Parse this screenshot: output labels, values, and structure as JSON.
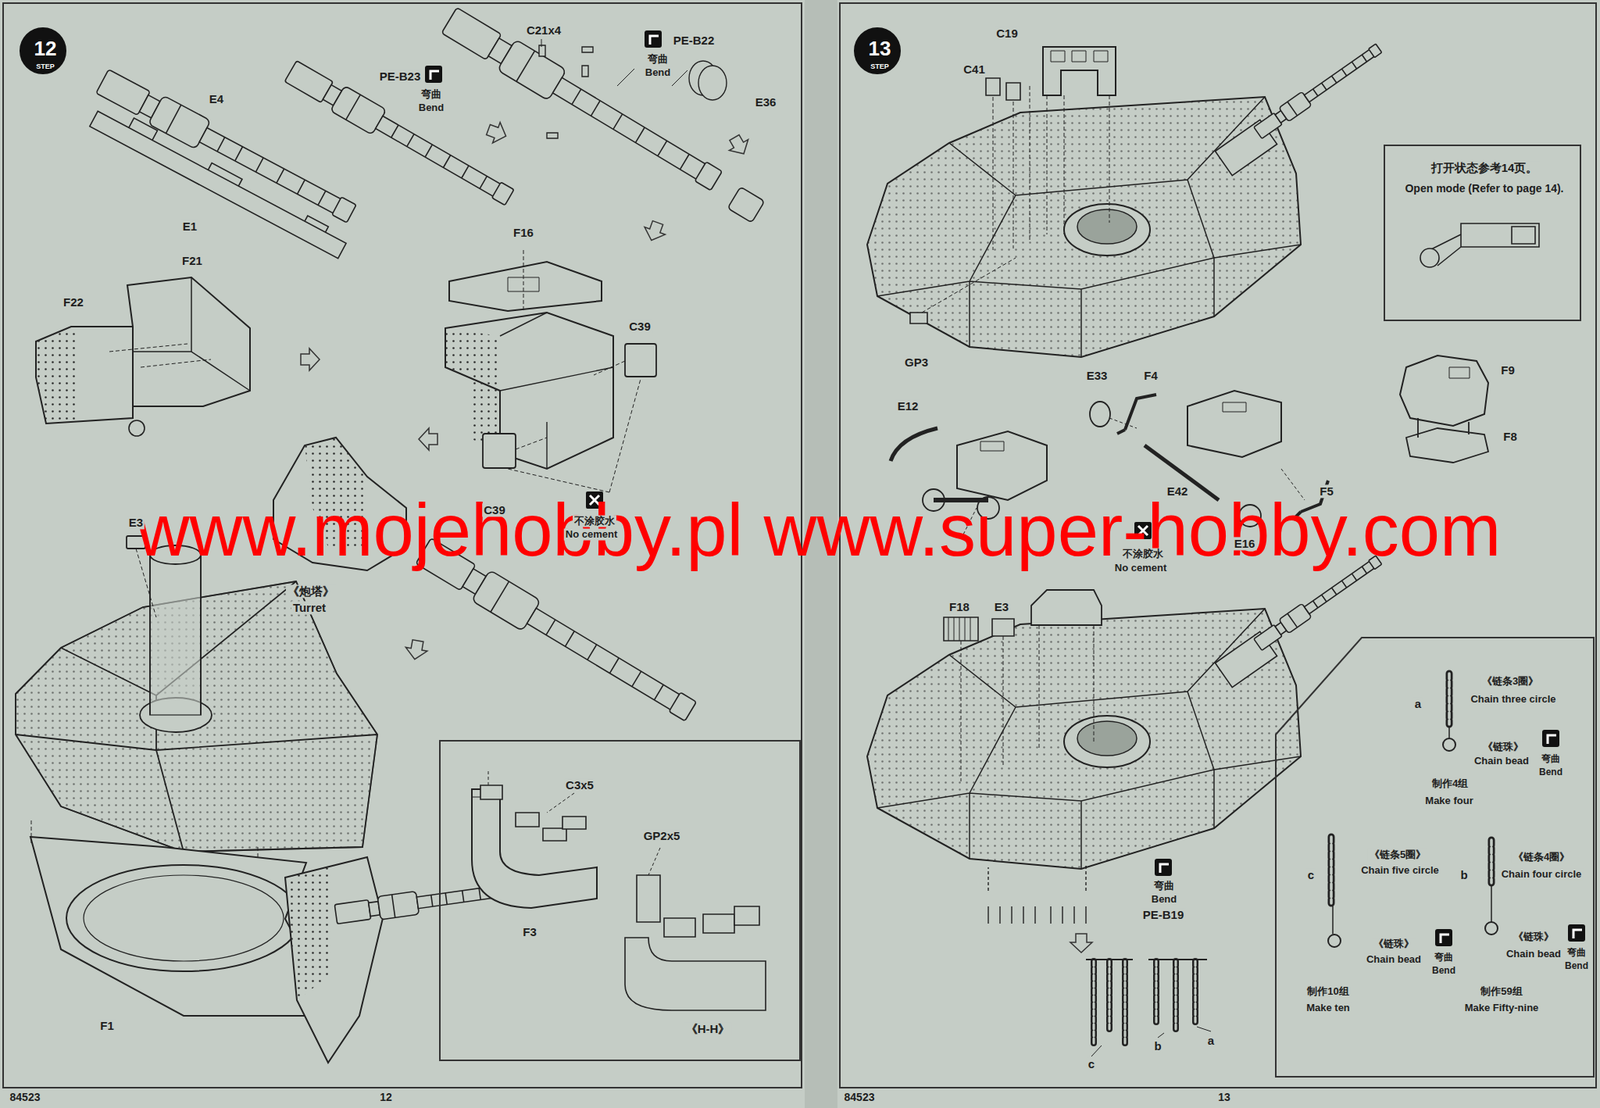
{
  "diagram": {
    "nodes": [
      {
        "text": [
          "12",
          "STEP"
        ]
      },
      {
        "text": [
          "C3x5",
          "F3",
          "GP2x5",
          "《H-H》"
        ]
      },
      {
        "text": [
          "13",
          "STEP"
        ]
      },
      {
        "text": [
          "打开状态参考14页。",
          "Open mode (Refer to page 14)."
        ]
      },
      {
        "text": [
          "a",
          "《链条3圈》",
          "Chain three circle",
          "《链珠》",
          "Chain bead",
          "弯曲",
          "Bend",
          "制作4组",
          "Make four",
          "c",
          "《链条5圈》",
          "Chain five circle",
          "《链珠》",
          "Chain bead",
          "弯曲",
          "Bend",
          "制作10组",
          "Make ten",
          "b",
          "《链条4圈》",
          "Chain four circle",
          "《链珠》",
          "Chain bead",
          "弯曲",
          "Bend",
          "制作59组",
          "Make Fifty-nine"
        ]
      }
    ],
    "labels": [
      "www.mojehobby.pl www.super-hobby.com",
      "E4",
      "E1",
      "PE-B23",
      "弯曲",
      "Bend",
      "C21x4",
      "PE-B22",
      "弯曲",
      "Bend",
      "E36",
      "F16",
      "F21",
      "F22",
      "C39",
      "C39",
      "不涂胶水",
      "No cement",
      "E3",
      "《炮塔》",
      "Turret",
      "F1",
      "84523",
      "12",
      "C19",
      "C41",
      "GP3",
      "F9",
      "F8",
      "E12",
      "E33",
      "F4",
      "E42",
      "F5",
      "E16",
      "不涂胶水",
      "No cement",
      "F18",
      "E3",
      "弯曲",
      "Bend",
      "PE-B19",
      "c",
      "b",
      "a",
      "84523",
      "13"
    ]
  }
}
